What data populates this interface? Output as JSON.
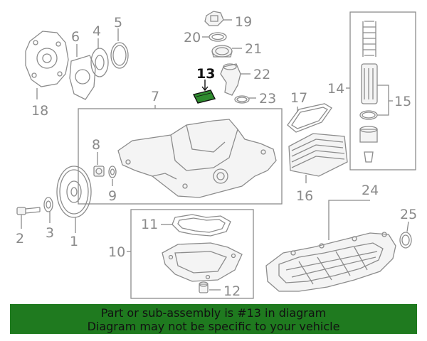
{
  "banner": {
    "line1": "Part or sub-assembly is #13 in diagram",
    "line2": "Diagram may not be specific to your vehicle",
    "background": "#1f7a1f"
  },
  "highlight_color": "#2e8b2e",
  "callouts": {
    "c1": "1",
    "c2": "2",
    "c3": "3",
    "c4": "4",
    "c5": "5",
    "c6": "6",
    "c7": "7",
    "c8": "8",
    "c9": "9",
    "c10": "10",
    "c11": "11",
    "c12": "12",
    "c13": "13",
    "c14": "14",
    "c15": "15",
    "c16": "16",
    "c17": "17",
    "c18": "18",
    "c19": "19",
    "c20": "20",
    "c21": "21",
    "c22": "22",
    "c23": "23",
    "c24": "24",
    "c25": "25"
  }
}
